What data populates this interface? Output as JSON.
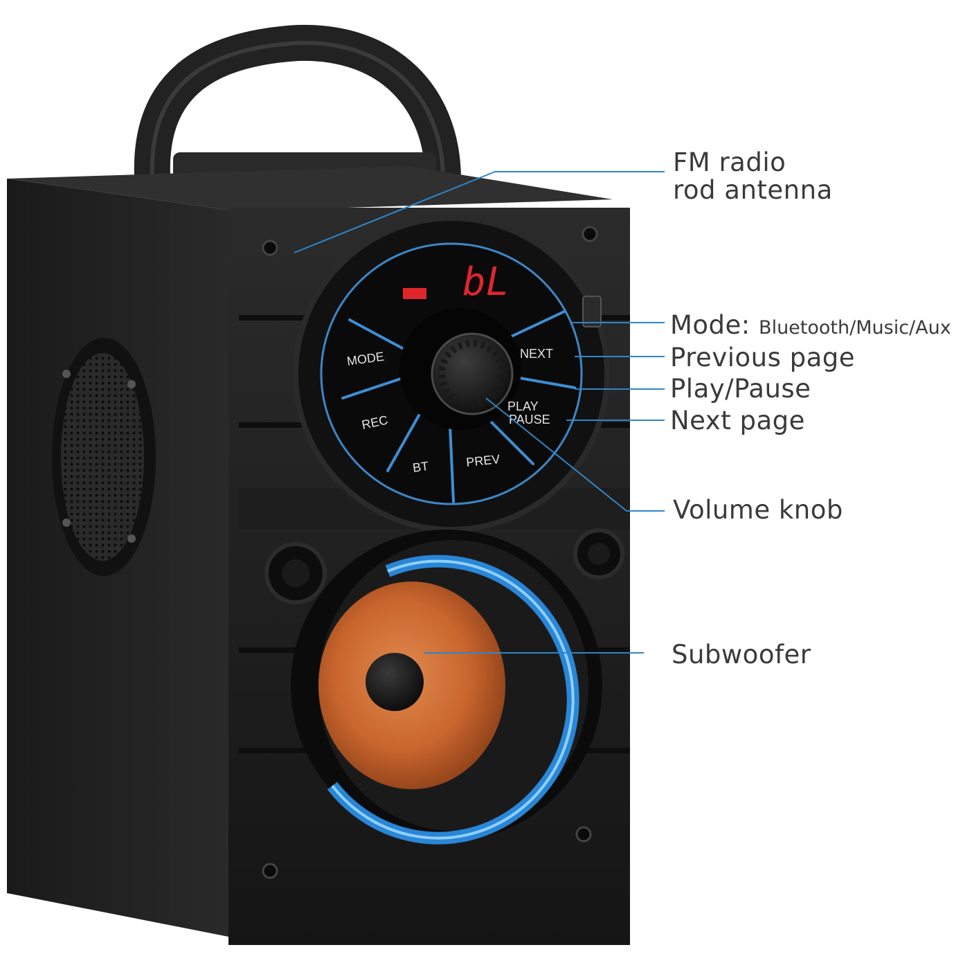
{
  "callouts": {
    "fm_antenna_line1": "FM radio",
    "fm_antenna_line2": "rod antenna",
    "mode_label": "Mode:",
    "mode_sub": "Bluetooth/Music/Aux",
    "previous_page": "Previous page",
    "play_pause": "Play/Pause",
    "next_page": "Next page",
    "volume_knob": "Volume knob",
    "subwoofer": "Subwoofer"
  },
  "panel_buttons": {
    "mode": "MODE",
    "rec": "REC",
    "bt": "BT",
    "prev": "PREV",
    "next": "NEXT",
    "play": "PLAY",
    "pause": "PAUSE"
  },
  "display": {
    "text": "bL"
  },
  "colors": {
    "body": "#1b1b1b",
    "accent_blue": "#2f86c9",
    "cone": "#c9652d",
    "display_red": "#e0262b"
  }
}
